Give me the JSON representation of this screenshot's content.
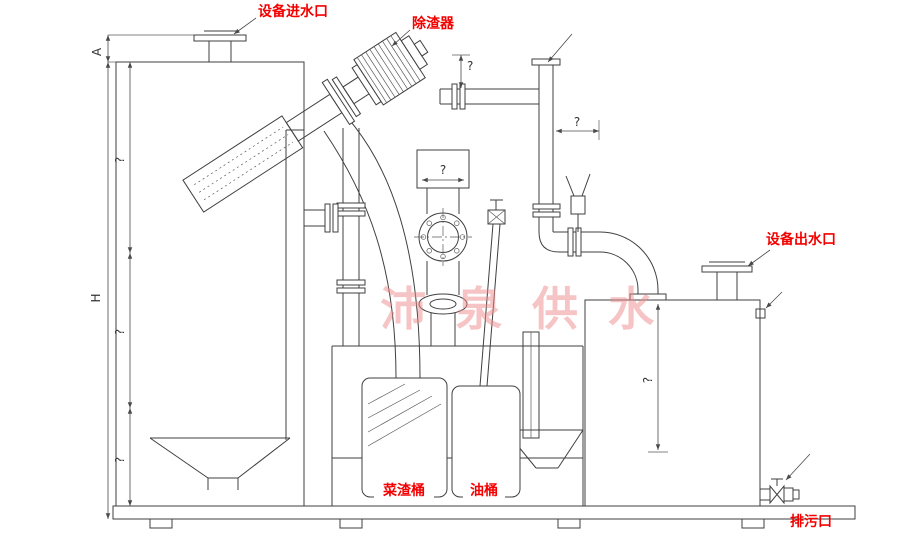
{
  "diagram": {
    "type": "equipment-installation-drawing",
    "labels": {
      "inlet": "设备进水口",
      "deslagger": "除渣器",
      "outlet": "设备出水口",
      "residue_bucket": "菜渣桶",
      "oil_bucket": "油桶",
      "drain": "排污口"
    },
    "dimensions": {
      "overall_height": "H",
      "inlet_height": "A",
      "unknown": "?"
    },
    "watermark": "沛泉供水",
    "colors": {
      "label_red": "#f40000",
      "line": "#3f3f3f",
      "watermark_pink": "#ef8a8a"
    }
  }
}
